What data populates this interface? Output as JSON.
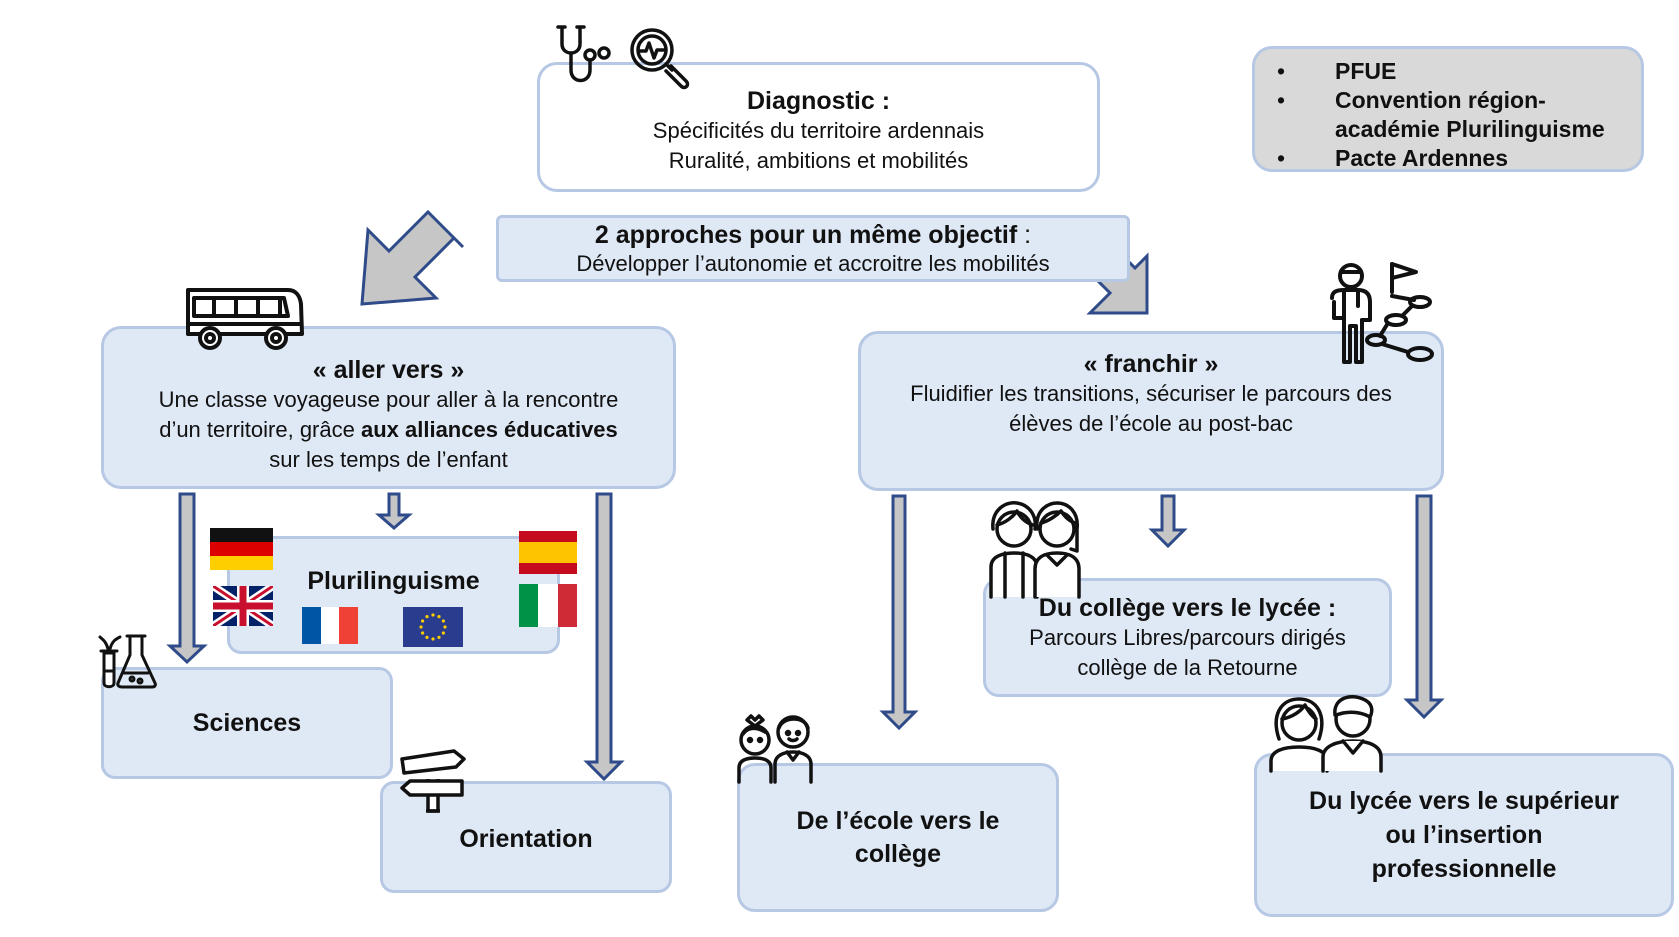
{
  "diagnostic": {
    "title": "Diagnostic :",
    "line1": "Spécificités du territoire ardennais",
    "line2": "Ruralité, ambitions et mobilités"
  },
  "objective": {
    "title": "2 approches pour un même objectif",
    "suffix": " :",
    "line": "Développer l’autonomie et accroitre les mobilités"
  },
  "frameworks": [
    "PFUE",
    "Convention région-académie Plurilinguisme",
    "Pacte Ardennes"
  ],
  "aller_vers": {
    "title": "« aller vers »",
    "line1": "Une classe voyageuse pour aller à la rencontre",
    "line2_pre": "d’un territoire, grâce ",
    "line2_bold": "aux alliances éducatives",
    "line3": "sur les temps de l’enfant"
  },
  "franchir": {
    "title": "« franchir »",
    "line1": "Fluidifier les transitions, sécuriser le parcours des",
    "line2": "élèves de l’école au post-bac"
  },
  "plurilinguisme": {
    "label": "Plurilinguisme"
  },
  "sciences": {
    "label": "Sciences"
  },
  "orientation": {
    "label": "Orientation"
  },
  "ecole_college": {
    "line1": "De l’école vers le",
    "line2": "collège"
  },
  "college_lycee": {
    "title": "Du collège vers le lycée :",
    "line1": "Parcours Libres/parcours dirigés",
    "line2": "collège de la Retourne"
  },
  "lycee_sup": {
    "line1": "Du lycée vers le supérieur",
    "line2": "ou l’insertion",
    "line3": "professionnelle"
  },
  "colors": {
    "box_fill": "#dfe8f5",
    "box_border": "#b7c8e4",
    "arrow_fill": "#c6c6c6",
    "arrow_stroke": "#2f4b8a",
    "note_fill": "#d9d9d9"
  },
  "icons": [
    "stethoscope-icon",
    "magnifier-heartbeat-icon",
    "bus-icon",
    "teacher-path-icon",
    "chemistry-flasks-icon",
    "signpost-icon",
    "children-icon",
    "teenagers-icon",
    "young-adults-icon"
  ],
  "flags": [
    "germany-flag",
    "spain-flag",
    "uk-flag",
    "italy-flag",
    "france-flag",
    "eu-flag"
  ]
}
